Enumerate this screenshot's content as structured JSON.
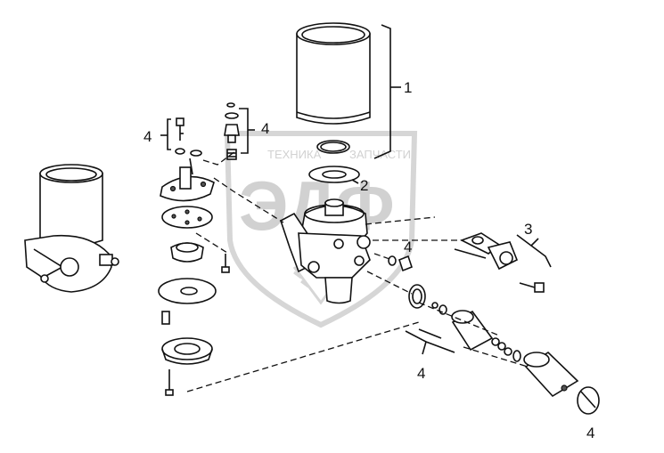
{
  "watermark": {
    "top_text": "ТЕХНИКА",
    "top_text_right": "ЗАПЧАСТИ",
    "letters": "ЭДФ",
    "color": "#cccccc"
  },
  "callouts": [
    {
      "id": "c1",
      "text": "1"
    },
    {
      "id": "c2",
      "text": "2"
    },
    {
      "id": "c3",
      "text": "3"
    },
    {
      "id": "c4a",
      "text": "4"
    },
    {
      "id": "c4b",
      "text": "4"
    },
    {
      "id": "c4c",
      "text": "4"
    },
    {
      "id": "c4d",
      "text": "4"
    },
    {
      "id": "c4e",
      "text": "4"
    }
  ]
}
